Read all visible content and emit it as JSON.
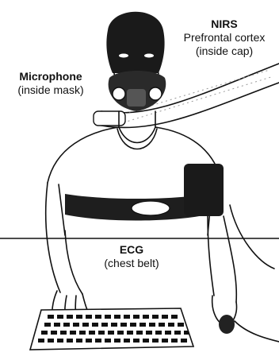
{
  "labels": {
    "nirs": {
      "title": "NIRS",
      "line1": "Prefrontal cortex",
      "line2": "(inside cap)"
    },
    "microphone": {
      "title": "Microphone",
      "line1": "(inside mask)"
    },
    "ecg": {
      "title": "ECG",
      "line1": "(chest belt)"
    }
  }
}
